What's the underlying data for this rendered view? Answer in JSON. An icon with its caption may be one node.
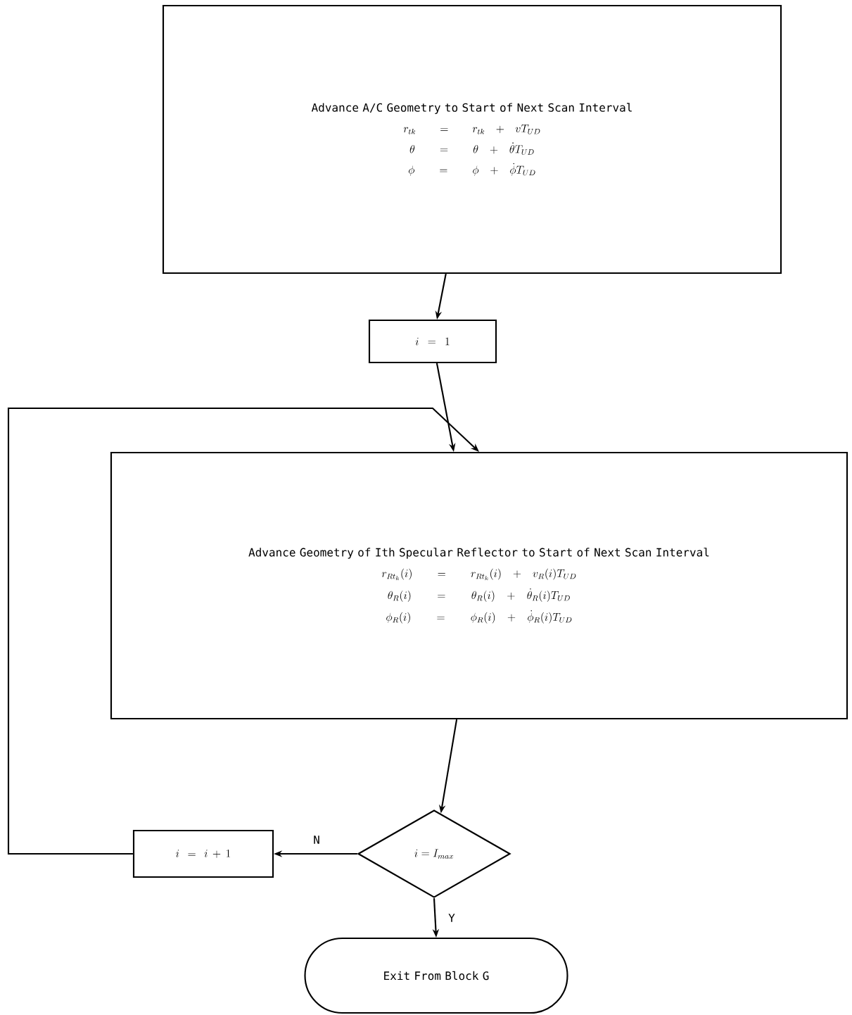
{
  "diagram": {
    "nodes": [
      {
        "text": [
          "Advance A/C Geometry to Start of Next Scan Interval",
          "r_{tk} = r_{tk} + vT_{UD}",
          "\\theta = \\theta + \\dot{\\theta}T_{UD}",
          "\\phi = \\phi + \\dot{\\phi}T_{UD}"
        ]
      },
      {
        "text": [
          "i = 1"
        ]
      },
      {
        "text": [
          "Advance Geometry of Ith Specular Reflector to Start of Next Scan Interval",
          "r_{Rt_k}(i) = r_{Rt_k}(i) + v_R(i)T_{UD}",
          "\\theta_R(i) = \\theta_R(i) + \\dot{\\theta}_R(i)T_{UD}",
          "\\phi_R(i) = \\phi_R(i) + \\dot{\\phi}_R(i)T_{UD}"
        ]
      },
      {
        "text": [
          "i = I_{max}"
        ]
      },
      {
        "text": [
          "i = i + 1"
        ]
      },
      {
        "text": [
          "Exit From Block G"
        ]
      }
    ],
    "edges": [
      {
        "from": 0,
        "to": 1,
        "arrow": "to"
      },
      {
        "from": 1,
        "to": 2,
        "arrow": "to"
      },
      {
        "from": 2,
        "to": 3,
        "arrow": "to"
      },
      {
        "from": 3,
        "to": 4,
        "arrow": "to",
        "label": "N"
      },
      {
        "from": 4,
        "to": 2,
        "arrow": "to"
      },
      {
        "from": 3,
        "to": 5,
        "arrow": "to",
        "label": "Y"
      }
    ]
  }
}
